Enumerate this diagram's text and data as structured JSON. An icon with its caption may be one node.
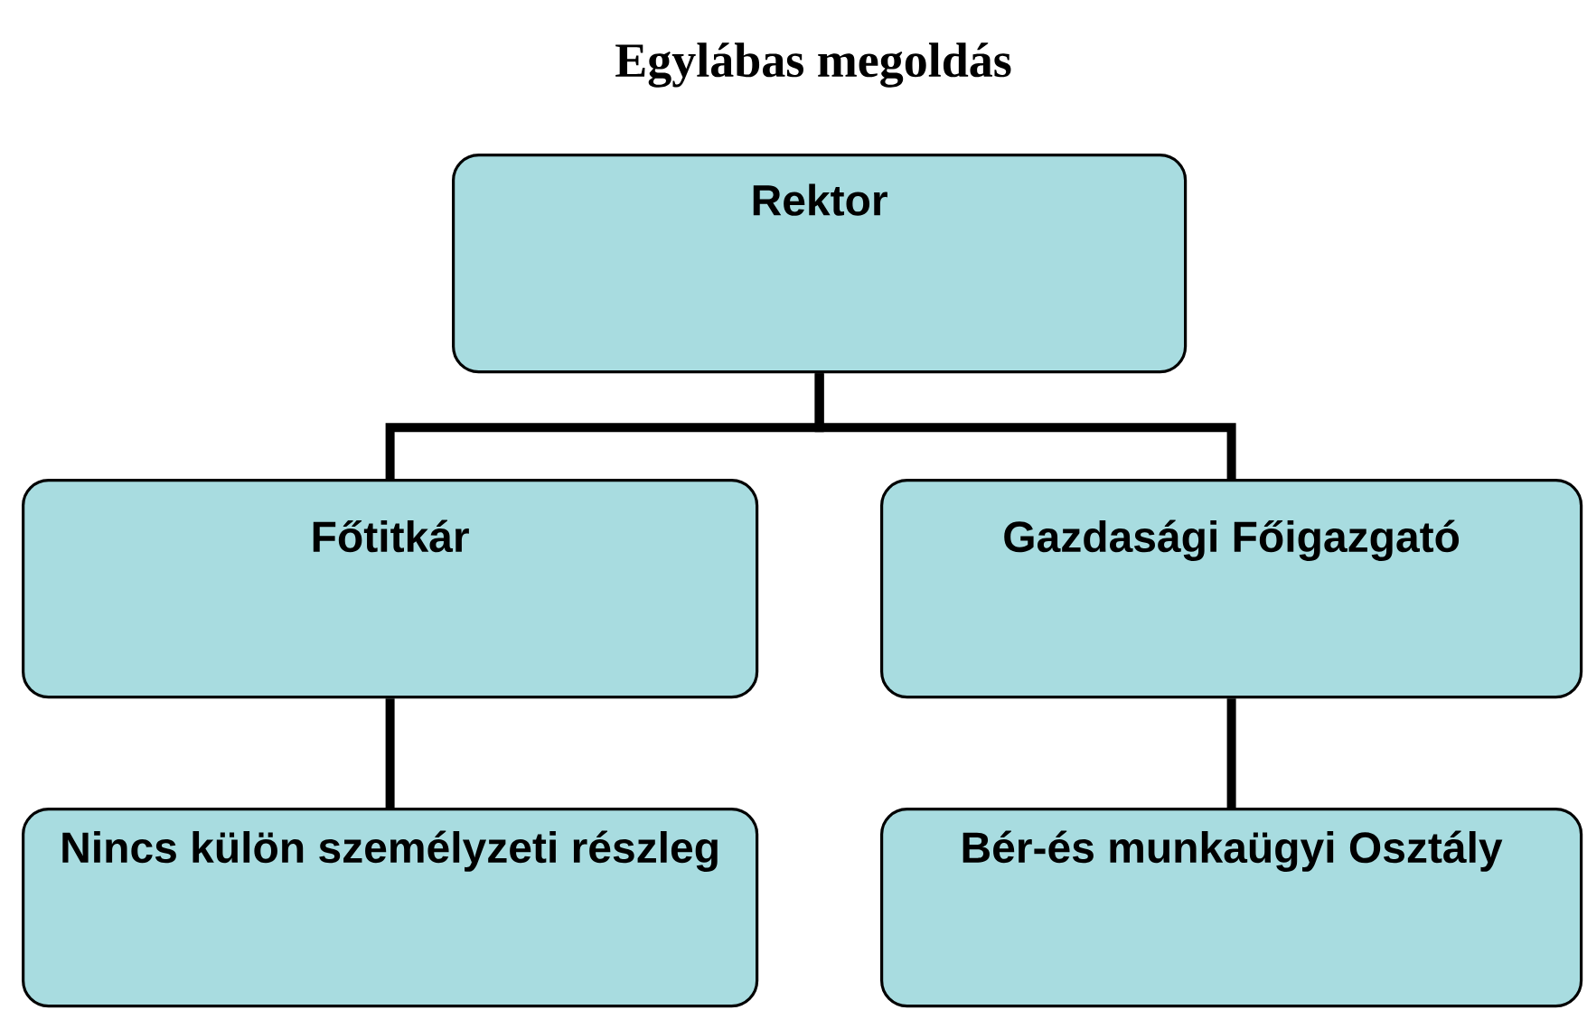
{
  "diagram": {
    "title": "Egylábas megoldás",
    "nodes": [
      {
        "text": [
          "Rektor"
        ]
      },
      {
        "text": [
          "Főtitkár"
        ]
      },
      {
        "text": [
          "Gazdasági Főigazgató"
        ]
      },
      {
        "text": [
          "Nincs külön személyzeti részleg"
        ]
      },
      {
        "text": [
          "Bér-és munkaügyi Osztály"
        ]
      }
    ],
    "edges": [
      {
        "from": 0,
        "to": 1,
        "arrow": "none"
      },
      {
        "from": 0,
        "to": 2,
        "arrow": "none"
      },
      {
        "from": 1,
        "to": 3,
        "arrow": "none"
      },
      {
        "from": 2,
        "to": 4,
        "arrow": "none"
      }
    ]
  }
}
